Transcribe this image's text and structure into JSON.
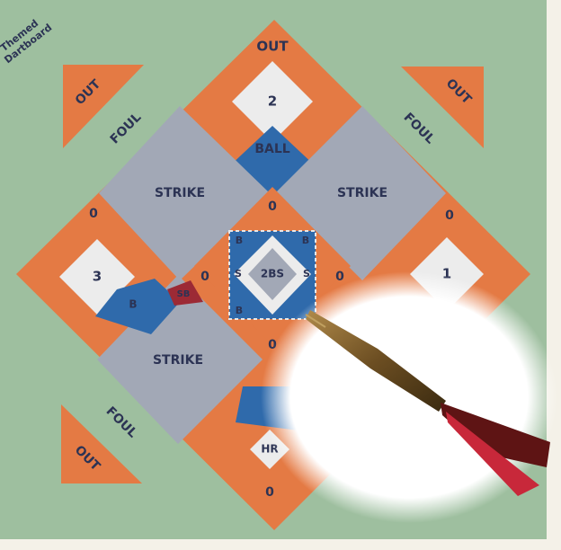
{
  "brand": {
    "line1": "Themed",
    "line2": "Dartboard"
  },
  "corners": {
    "out_tl": "OUT",
    "out_tr": "OUT",
    "out_bl": "OUT"
  },
  "fouls": {
    "tl": "FOUL",
    "tr": "FOUL",
    "bl": "FOUL"
  },
  "top": {
    "out": "OUT",
    "base2": "2",
    "ball": "BALL"
  },
  "strikes": {
    "tl": "STRIKE",
    "tr": "STRIKE",
    "bl": "STRIKE"
  },
  "left": {
    "zero": "0",
    "base3": "3",
    "b": "B",
    "sb": "SB"
  },
  "right": {
    "zero": "0",
    "base1": "1"
  },
  "center": {
    "zero_top": "0",
    "zero_left": "0",
    "zero_right": "0",
    "zero_bottom": "0",
    "s_left": "S",
    "s_right": "S",
    "b_tl": "B",
    "b_tr": "B",
    "b_bl": "B",
    "bulls_eye": "2BS"
  },
  "bottom": {
    "hr": "HR",
    "zero": "0"
  },
  "colors": {
    "felt": "#9ebf9f",
    "orange": "#e47a44",
    "grey": "#a2a8b6",
    "blue": "#2f6aab",
    "white": "#ececec",
    "text": "#2c3354",
    "red": "#9c2a35"
  }
}
